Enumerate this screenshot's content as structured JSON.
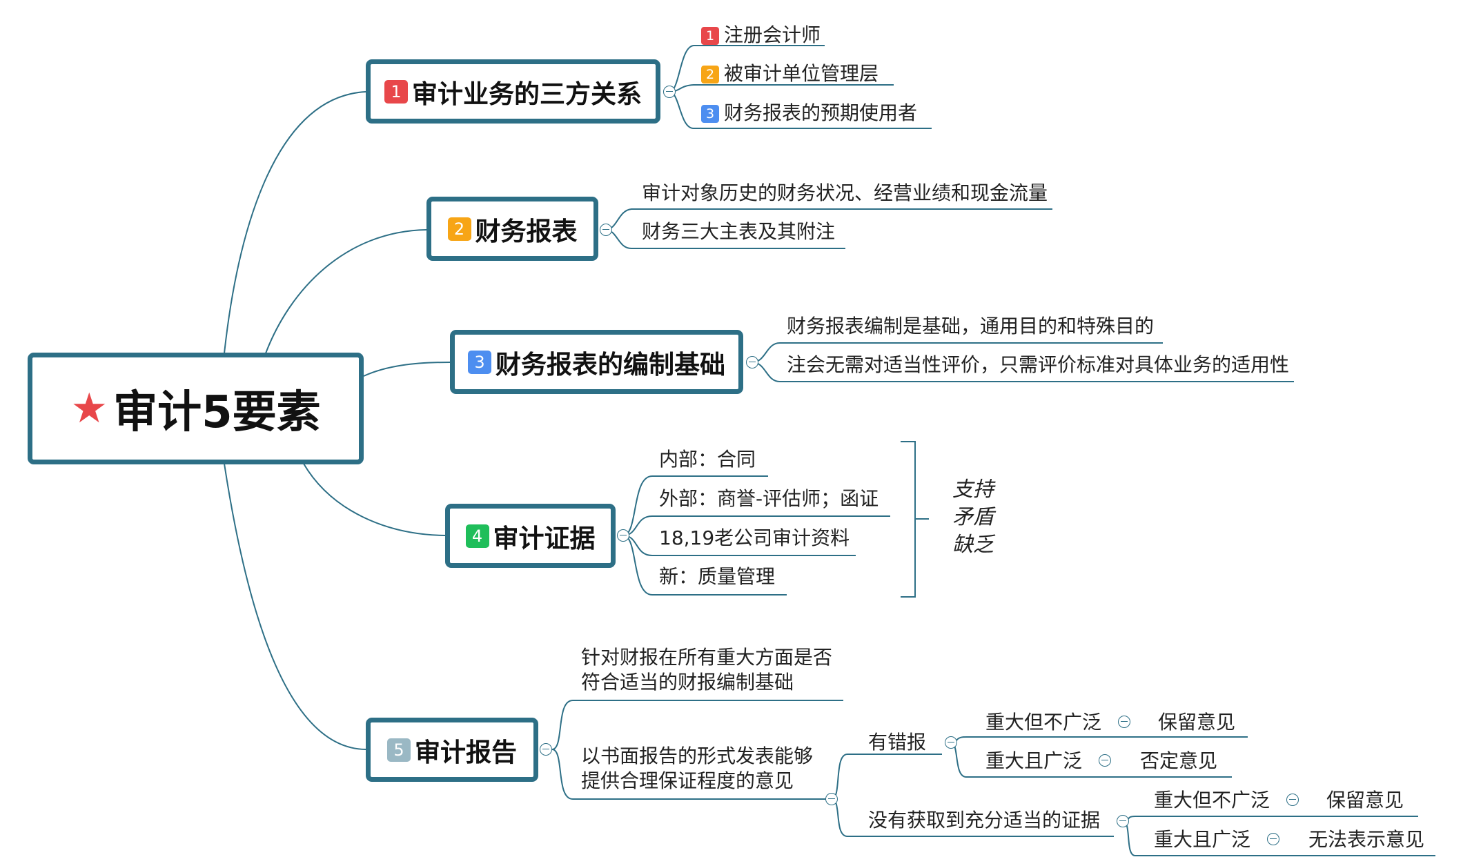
{
  "central": {
    "star_icon": "star-icon",
    "title": "审计5要素"
  },
  "colors": {
    "badge1": "#e8474a",
    "badge2": "#f7a516",
    "badge3": "#4d8ef0",
    "badge4": "#1fbe5a",
    "badge5": "#9ab8c4",
    "line": "#2d6f86"
  },
  "branch1": {
    "badge": "1",
    "title": "审计业务的三方关系",
    "items": [
      {
        "badge": "1",
        "label": "注册会计师"
      },
      {
        "badge": "2",
        "label": "被审计单位管理层"
      },
      {
        "badge": "3",
        "label": "财务报表的预期使用者"
      }
    ]
  },
  "branch2": {
    "badge": "2",
    "title": "财务报表",
    "items": [
      "审计对象历史的财务状况、经营业绩和现金流量",
      "财务三大主表及其附注"
    ]
  },
  "branch3": {
    "badge": "3",
    "title": "财务报表的编制基础",
    "items": [
      "财务报表编制是基础，通用目的和特殊目的",
      "注会无需对适当性评价，只需评价标准对具体业务的适用性"
    ]
  },
  "branch4": {
    "badge": "4",
    "title": "审计证据",
    "items": [
      "内部：合同",
      "外部：商誉-评估师；函证",
      "18,19老公司审计资料",
      "新：质量管理"
    ],
    "summary": [
      "支持",
      "矛盾",
      "缺乏"
    ]
  },
  "branch5": {
    "badge": "5",
    "title": "审计报告",
    "item1": [
      "针对财报在所有重大方面是否",
      "符合适当的财报编制基础"
    ],
    "item2": [
      "以书面报告的形式发表能够",
      "提供合理保证程度的意见"
    ],
    "misstatement": {
      "label": "有错报",
      "cases": [
        {
          "condition": "重大但不广泛",
          "opinion": "保留意见"
        },
        {
          "condition": "重大且广泛",
          "opinion": "否定意见"
        }
      ]
    },
    "insufficient": {
      "label": "没有获取到充分适当的证据",
      "cases": [
        {
          "condition": "重大但不广泛",
          "opinion": "保留意见"
        },
        {
          "condition": "重大且广泛",
          "opinion": "无法表示意见"
        }
      ]
    }
  }
}
